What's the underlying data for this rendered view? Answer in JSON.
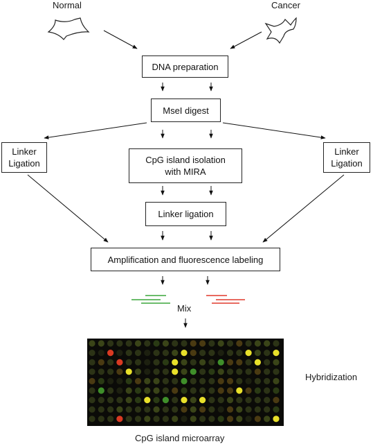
{
  "sources": {
    "normal": "Normal",
    "cancer": "Cancer"
  },
  "steps": {
    "dna_prep": "DNA preparation",
    "msei_digest": "MseI digest",
    "linker_left_line1": "Linker",
    "linker_left_line2": "Ligation",
    "linker_right_line1": "Linker",
    "linker_right_line2": "Ligation",
    "cpg_isolation_line1": "CpG island isolation",
    "cpg_isolation_line2": "with MIRA",
    "linker_ligation": "Linker ligation",
    "amplification": "Amplification and fluorescence labeling"
  },
  "mix_label": "Mix",
  "hybridization_label": "Hybridization",
  "array_caption": "CpG island microarray",
  "colors": {
    "normal_probe": "#3aa63a",
    "cancer_probe": "#e0392b",
    "array_background": "#0b0b08",
    "spot_red": "#d93a22",
    "spot_yellow": "#e8e02a",
    "spot_green": "#3f8f2a",
    "spot_dim": "#2c3316"
  }
}
